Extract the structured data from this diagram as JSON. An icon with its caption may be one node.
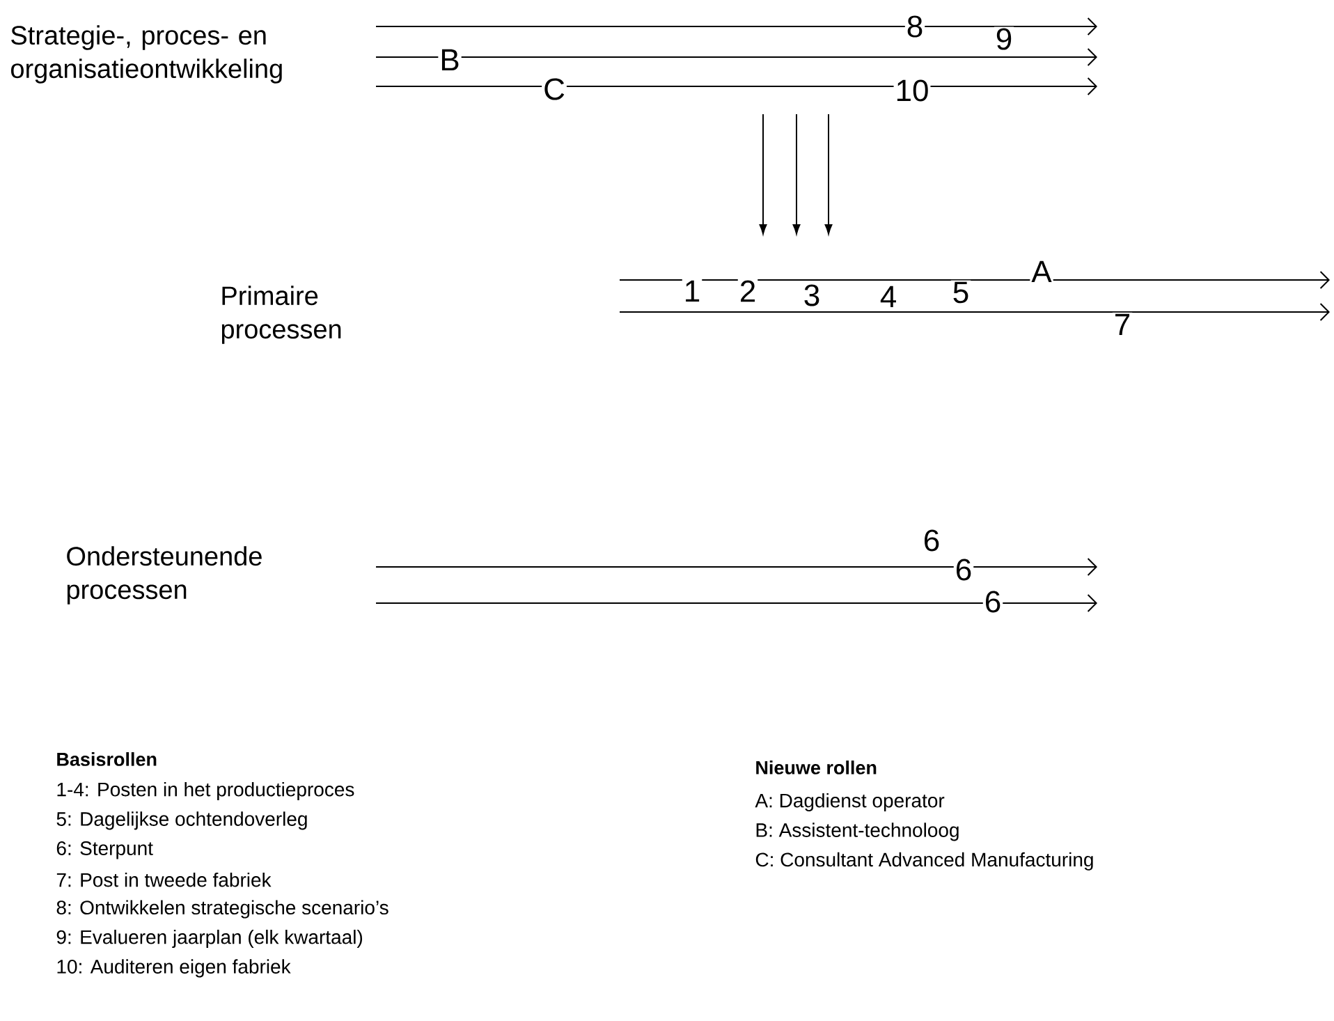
{
  "diagram": {
    "labels": [
      "Strategie-, proces- en organisatieontwikkeling",
      "8",
      "9",
      "B",
      "C",
      "10",
      "Primaire processen",
      "A",
      "1",
      "2",
      "3",
      "4",
      "5",
      "7",
      "Ondersteunende processen",
      "6",
      "6",
      "6",
      "Basisrollen",
      "1-4: Posten in het productieproces",
      "5: Dagelijkse ochtendoverleg",
      "6: Sterpunt",
      "7: Post in tweede fabriek",
      "8: Ontwikkelen strategische scenario’s",
      "9: Evalueren jaarplan (elk kwartaal)",
      "10: Auditeren eigen fabriek",
      "Nieuwe rollen",
      "A: Dagdienst operator",
      "B: Assistent-technoloog",
      "C: Consultant Advanced Manufacturing"
    ]
  }
}
